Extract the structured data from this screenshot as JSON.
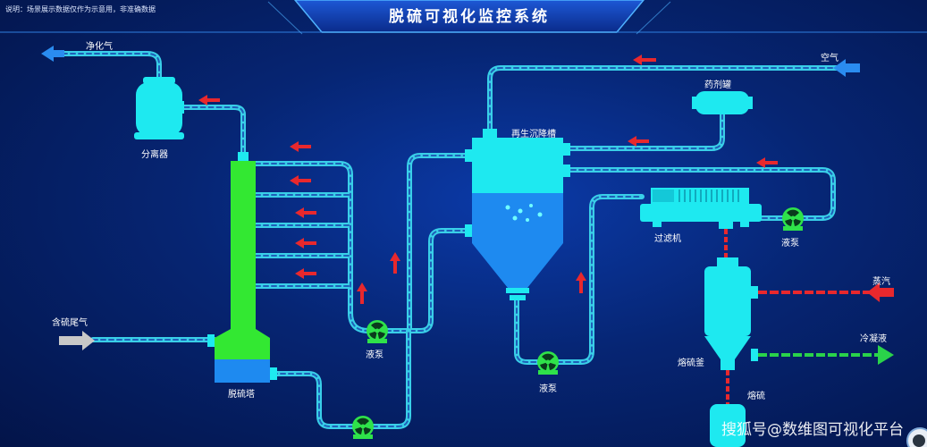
{
  "header": {
    "title": "脱硫可视化监控系统",
    "disclaimer": "说明：场景展示数据仅作为示意用，非准确数据"
  },
  "labels": {
    "purified_gas": "净化气",
    "separator": "分离器",
    "tail_gas_in": "含硫尾气",
    "desulfurization_tower": "脱硫塔",
    "pump": "液泵",
    "regeneration_tank": "再生沉降槽",
    "air": "空气",
    "reagent_tank": "药剂罐",
    "filter": "过滤机",
    "steam": "蒸汽",
    "condensate": "冷凝液",
    "sulfur_melter": "熔硫釜",
    "molten_sulfur": "熔硫"
  },
  "watermark": "搜狐号@数维图可视化平台",
  "colors": {
    "pipe": "#39cfe8",
    "pipe_dash": "#1f5fb8",
    "equipment": "#1ee9f0",
    "tower_green": "#33e832",
    "liquid_blue": "#1e8af0",
    "pump_green": "#2fe24a",
    "flow_red": "#e8282d",
    "flow_green": "#2ad34a",
    "flow_blue": "#2a8cf0",
    "flow_gray": "#c8c8c8"
  }
}
